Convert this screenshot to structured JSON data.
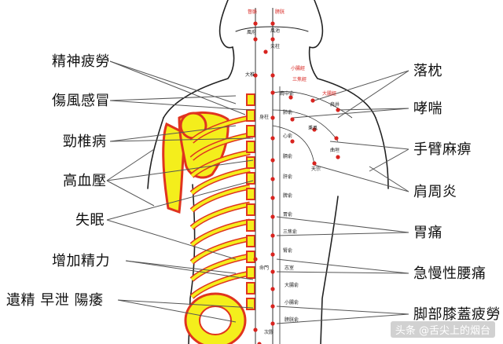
{
  "left_labels": [
    "精神疲勞",
    "傷風感冒",
    "勁椎病",
    "高血壓",
    "失眠",
    "增加精力",
    "遺精 早泄 陽痿"
  ],
  "right_labels": [
    "落枕",
    "哮喘",
    "手臂麻痹",
    "肩周炎",
    "胃痛",
    "急慢性腰痛",
    "脚部膝蓋疲勞"
  ],
  "acupoints": {
    "top_red": [
      "督脈",
      "膀胱"
    ],
    "side_red": [
      "小腸經",
      "三焦經",
      "大腸經"
    ],
    "dark": [
      "風府",
      "風池",
      "天柱",
      "大椎",
      "肩井",
      "肩中俞",
      "身柱",
      "肺俞",
      "心俞",
      "秉風",
      "天宗",
      "曲垣",
      "膈俞",
      "肝俞",
      "脾俞",
      "胃俞",
      "三焦俞",
      "腎俞",
      "命門",
      "志室",
      "大腸俞",
      "小腸俞",
      "膀胱俞",
      "次髎"
    ]
  },
  "watermark": "头条 @舌尖上的烟台",
  "colors": {
    "bone_fill": "#f4ee1c",
    "bone_outline": "#e0341f",
    "body_line": "#222222",
    "point_red": "#d8241f",
    "leader": "#555555"
  }
}
